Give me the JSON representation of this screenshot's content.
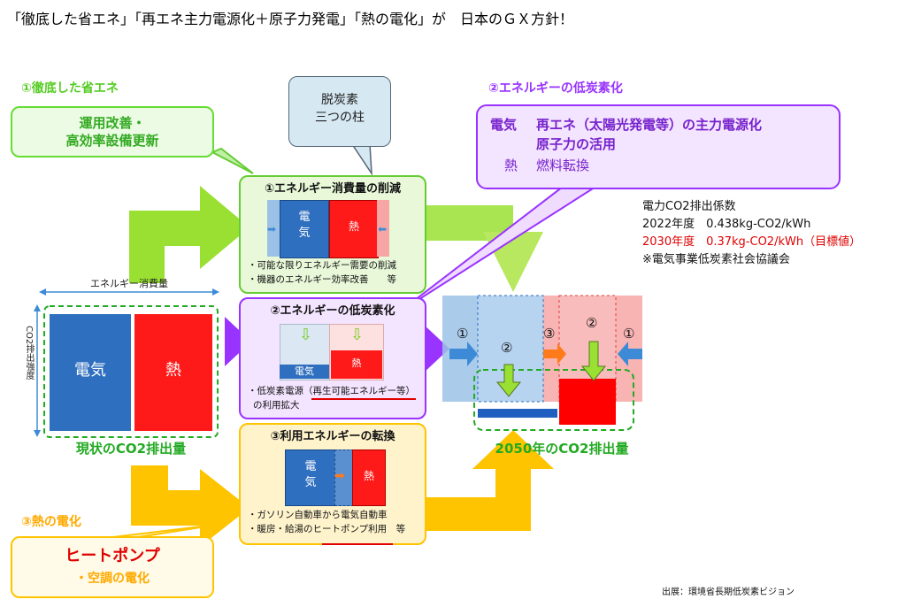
{
  "title": "「徹底した省エネ」「再エネ主力電源化＋原子力発電」「熱の電化」が　日本のＧＸ方針！",
  "left": {
    "label_energy_saving": "①徹底した省エネ",
    "callout_line1": "運用改善・",
    "callout_line2": "高効率設備更新",
    "axis_x_label": "エネルギー消費量",
    "axis_y_label": "CO2排出強度",
    "block_electricity": "電気",
    "block_heat": "熱",
    "current_caption": "現状のCO2排出量",
    "label_heat_electrification": "③熱の電化",
    "heatpump_title": "ヒートポンプ",
    "heatpump_sub": "・空調の電化"
  },
  "pillar_bubble": {
    "line1": "脱炭素",
    "line2": "三つの柱"
  },
  "box1": {
    "title": "①エネルギー消費量の削減",
    "elec": "電\n気",
    "heat": "熱",
    "bullet1": "・可能な限りエネルギー需要の削減",
    "bullet2": "・機器のエネルギー効率改善　　等"
  },
  "box2": {
    "title": "②エネルギーの低炭素化",
    "elec": "電気",
    "heat": "熱",
    "bullet1": "・低炭素電源（再生可能エネルギー等）",
    "bullet2": "の利用拡大"
  },
  "box3": {
    "title": "③利用エネルギーの転換",
    "elec": "電\n気",
    "heat": "熱",
    "bullet1": "・ガソリン自動車から電気自動車",
    "bullet2": "・暖房・給湯のヒートポンプ利用　等"
  },
  "lowcarbon": {
    "label": "②エネルギーの低炭素化",
    "line1_head": "電気",
    "line1_body": "再エネ（太陽光発電等）の主力電源化",
    "line2_body": "原子力の活用",
    "line3_head": "熱",
    "line3_body": "燃料転換"
  },
  "emission_factor": {
    "title": "電力CO2排出係数",
    "row2022": "2022年度　0.438kg-CO2/kWh",
    "row2030": "2030年度　0.37kg-CO2/kWh（目標値）",
    "source": "※電気事業低炭素社会協議会"
  },
  "future": {
    "caption": "2050年のCO2排出量",
    "m1a": "①",
    "m2a": "②",
    "m3": "③",
    "m2b": "②",
    "m1b": "①"
  },
  "source": "出展：環境省長期低炭素ビジョン",
  "colors": {
    "green_arrow": "#99e033",
    "yellow_arrow": "#ffc400",
    "purple_arrow": "#9933ff",
    "blue": "#2f6fbf",
    "red": "#ff1a1a",
    "green_text": "#22aa22",
    "red_text": "#e00000"
  }
}
